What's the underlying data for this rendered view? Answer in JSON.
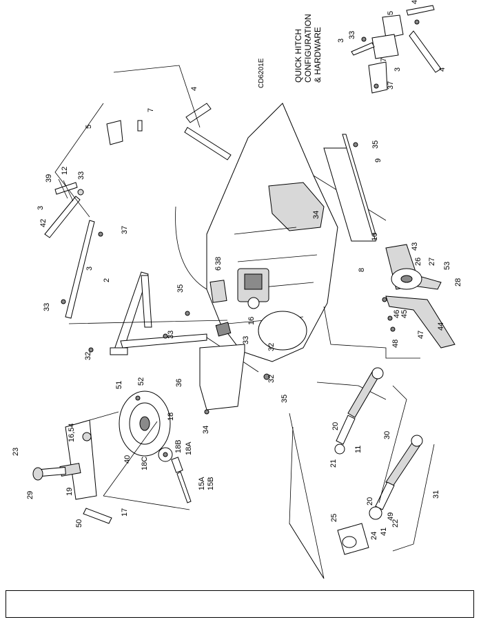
{
  "figure_code": "CD6201E",
  "inset_title": [
    "QUICK HITCH",
    "CONFIGURATION",
    "& HARDWARE"
  ],
  "callouts": {
    "c2": "2",
    "c3a": "3",
    "c3b": "3",
    "c3c": "3",
    "c3d": "3",
    "c4a": "4",
    "c4b": "4",
    "c4c": "4",
    "c5a": "5",
    "c5b": "5",
    "c6": "6",
    "c7a": "7",
    "c7b": "7",
    "c8": "8",
    "c9": "9",
    "c10": "10",
    "c11": "11",
    "c12": "12",
    "c15a": "15A",
    "c15b": "15B",
    "c16": "16",
    "c16_54": "16,54",
    "c17": "17",
    "c18": "18",
    "c18a": "18A",
    "c18b": "18B",
    "c18c": "18C",
    "c19": "19",
    "c20a": "20",
    "c20b": "20",
    "c21": "21",
    "c22": "22",
    "c23": "23",
    "c24": "24",
    "c25": "25",
    "c26": "26",
    "c27": "27",
    "c28": "28",
    "c29": "29",
    "c30": "30",
    "c31": "31",
    "c32a": "32",
    "c32b": "32",
    "c32c": "32",
    "c33a": "33",
    "c33b": "33",
    "c33c": "33",
    "c33d": "33",
    "c33e": "33",
    "c34a": "34",
    "c34b": "34",
    "c35a": "35",
    "c35b": "35",
    "c35c": "35",
    "c36": "36",
    "c37a": "37",
    "c37b": "37",
    "c38": "38",
    "c39": "39",
    "c40": "40",
    "c41": "41",
    "c42": "42",
    "c43": "43",
    "c44": "44",
    "c45": "45",
    "c46": "46",
    "c47": "47",
    "c48": "48",
    "c49": "49",
    "c50": "50",
    "c51": "51",
    "c52": "52",
    "c53": "53"
  },
  "footer": {
    "text": ""
  }
}
